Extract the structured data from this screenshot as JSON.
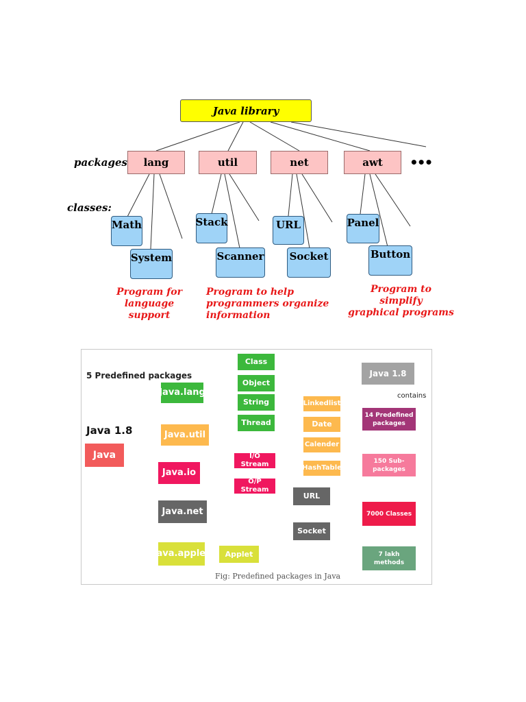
{
  "top_diagram": {
    "root": "Java library",
    "packages_label": "packages:",
    "classes_label": "classes:",
    "more_symbol": "•••",
    "packages": [
      {
        "name": "lang",
        "classes": [
          "Math",
          "System"
        ],
        "description": "Program for\nlanguage support"
      },
      {
        "name": "util",
        "classes": [
          "Stack",
          "Scanner"
        ],
        "description": "Program to help\nprogrammers organize\ninformation"
      },
      {
        "name": "net",
        "classes": [
          "URL",
          "Socket"
        ],
        "description": ""
      },
      {
        "name": "awt",
        "classes": [
          "Panel",
          "Button"
        ],
        "description": "Program to simplify\ngraphical programs"
      }
    ]
  },
  "bottom_diagram": {
    "heading": "5 Predefined packages",
    "version_label": "Java 1.8",
    "root": "Java",
    "packages": [
      {
        "name": "Java.lang",
        "children": [
          "Class",
          "Object",
          "String",
          "Thread"
        ]
      },
      {
        "name": "Java.util",
        "children": [
          "Linkedlist",
          "Date",
          "Calender",
          "HashTable"
        ]
      },
      {
        "name": "Java.io",
        "children": [
          "I/O Stream",
          "O/P Stream"
        ]
      },
      {
        "name": "Java.net",
        "children": [
          "URL",
          "Socket"
        ]
      },
      {
        "name": "Java.applet",
        "children": [
          "Applet"
        ]
      }
    ],
    "flow": {
      "start": "Java 1.8",
      "contains_label": "contains",
      "steps": [
        "14 Predefined\npackages",
        "150 Sub-\npackages",
        "7000 Classes",
        "7 lakh\nmethods"
      ]
    },
    "caption": "Fig: Predefined packages in Java"
  },
  "colors": {
    "library_yellow": "#ffff00",
    "package_pink": "#fdc4c4",
    "class_blue": "#9fd3f7",
    "note_red": "#e81818",
    "lang_green": "#3cb83c",
    "util_orange": "#fdb94e",
    "io_pink": "#f0175f",
    "net_gray": "#666666",
    "applet_yellow": "#d9e03a",
    "java_coral": "#f25b5b",
    "flow_gray": "#a3a3a3",
    "flow_magenta": "#a33577",
    "flow_rose": "#f67a9c",
    "flow_red": "#ee1b4a",
    "flow_sage": "#6aa57e"
  }
}
